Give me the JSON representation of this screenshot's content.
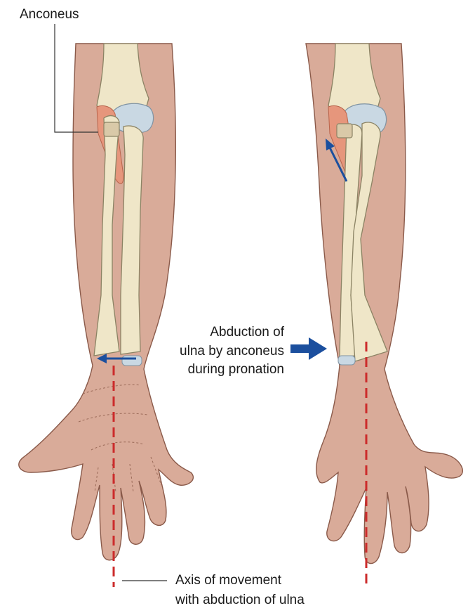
{
  "labels": {
    "anconeus": "Anconeus",
    "abduction_line1": "Abduction of",
    "abduction_line2": "ulna by anconeus",
    "abduction_line3": "during pronation",
    "axis_line1": "Axis of movement",
    "axis_line2": "with abduction of ulna"
  },
  "colors": {
    "skin": "#d9ab99",
    "skin_outline": "#8a5a4a",
    "bone": "#efe6c8",
    "bone_outline": "#8b8364",
    "cartilage": "#c9d8e3",
    "muscle": "#e6967c",
    "arrow": "#1b4f9e",
    "axis": "#cc2b2b"
  }
}
